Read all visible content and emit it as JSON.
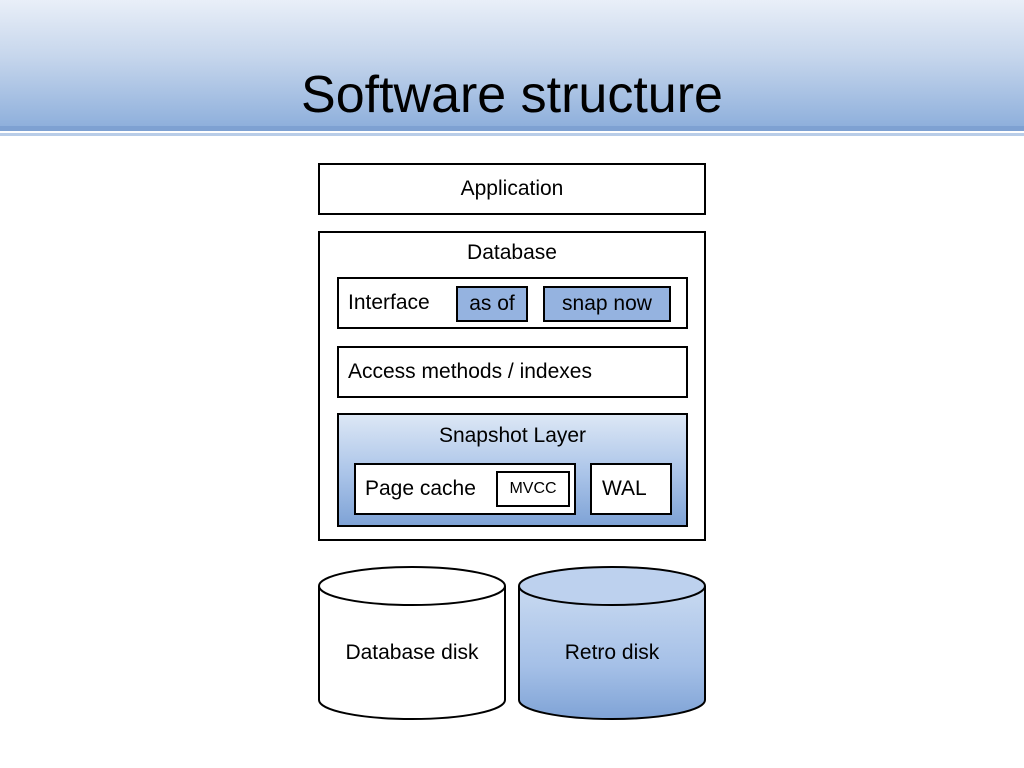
{
  "slide": {
    "title": "Software structure"
  },
  "diagram": {
    "application": {
      "label": "Application"
    },
    "database": {
      "label": "Database",
      "interface": {
        "label": "Interface",
        "as_of": "as of",
        "snap_now": "snap now"
      },
      "access_methods": {
        "label": "Access methods / indexes"
      },
      "snapshot_layer": {
        "label": "Snapshot Layer",
        "page_cache": {
          "label": "Page cache",
          "mvcc": "MVCC"
        },
        "wal": {
          "label": "WAL"
        }
      }
    },
    "disks": {
      "database_disk": {
        "label": "Database disk"
      },
      "retro_disk": {
        "label": "Retro disk"
      }
    },
    "colors": {
      "accent_blue": "#95b3e0",
      "snapshot_gradient_bottom": "#7fa3d6",
      "title_band_bottom": "#8fb0dc"
    }
  }
}
